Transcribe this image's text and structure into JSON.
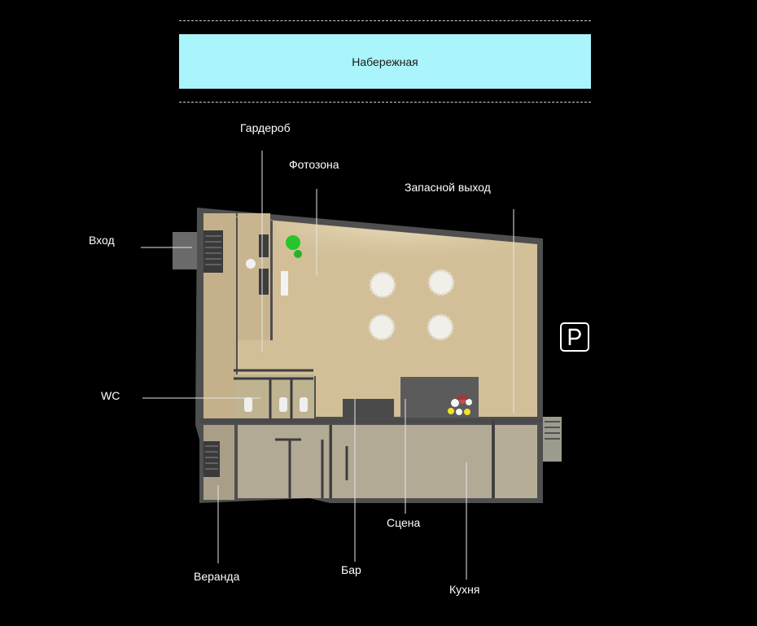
{
  "embankment": {
    "label": "Набережная"
  },
  "labels": {
    "wardrobe": "Гардероб",
    "photo_zone": "Фотозона",
    "emergency_exit": "Запасной выход",
    "entrance": "Вход",
    "wc": "WC",
    "veranda": "Веранда",
    "bar": "Бар",
    "stage": "Сцена",
    "kitchen": "Кухня"
  },
  "icons": {
    "parking": "parking-icon"
  },
  "colors": {
    "background": "#000000",
    "embankment": "#aaf4fb",
    "hall_floor": "#d2bf98",
    "service_floor": "#b3aa95",
    "walls": "#555555",
    "text": "#ffffff"
  }
}
